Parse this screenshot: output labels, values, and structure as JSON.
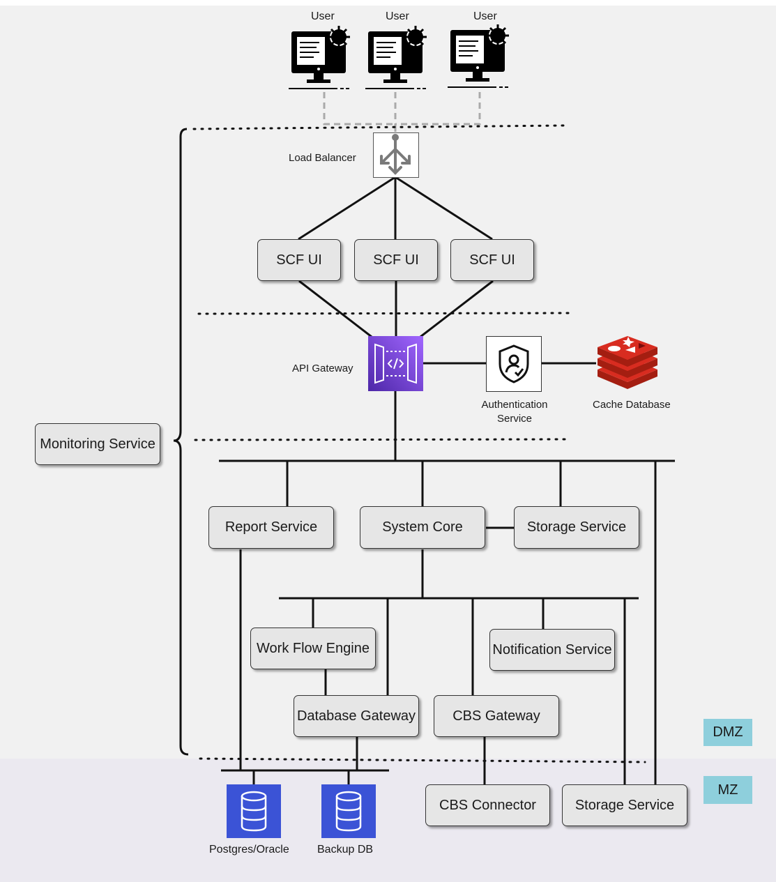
{
  "users": [
    "User",
    "User",
    "User"
  ],
  "load_balancer": "Load Balancer",
  "ui": [
    "SCF UI",
    "SCF UI",
    "SCF UI"
  ],
  "api_gateway": "API Gateway",
  "auth_service": [
    "Authentication",
    "Service"
  ],
  "cache_db": "Cache Database",
  "monitoring": "Monitoring Service",
  "services": {
    "report": "Report Service",
    "core": "System Core",
    "storage_dmz": "Storage Service",
    "workflow": "Work Flow Engine",
    "notification": "Notification Service",
    "db_gateway": "Database Gateway",
    "cbs_gateway": "CBS Gateway",
    "cbs_connector": "CBS Connector",
    "storage_mz": "Storage Service"
  },
  "databases": [
    "Postgres/Oracle",
    "Backup DB"
  ],
  "zones": {
    "dmz": "DMZ",
    "mz": "MZ"
  },
  "colors": {
    "dmz_bg": "#f1f1f1",
    "mz_bg": "#ebe9f0",
    "box_fill": "#e6e6e6",
    "api_purple": "#7b3fd6",
    "db_blue": "#3b53d6",
    "redis_red": "#c8262a",
    "zone_teal": "#8ecfdc"
  },
  "icons": [
    "user-workstation-icon",
    "load-balancer-icon",
    "api-gateway-icon",
    "shield-user-icon",
    "redis-icon",
    "database-icon"
  ]
}
